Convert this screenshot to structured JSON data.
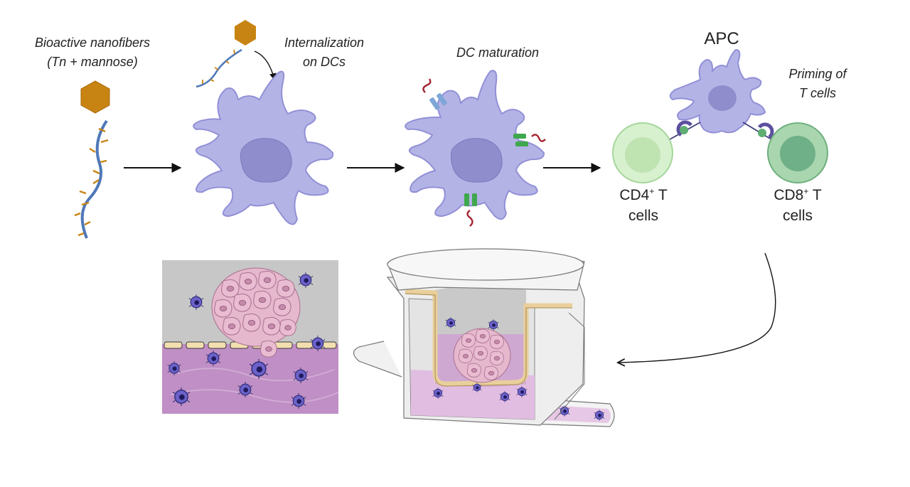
{
  "labels": {
    "nanofibers_line1": "Bioactive nanofibers",
    "nanofibers_line2": "(Tn + mannose)",
    "internalization_line1": "Internalization",
    "internalization_line2": "on DCs",
    "maturation": "DC maturation",
    "apc": "APC",
    "priming_line1": "Priming of",
    "priming_line2": "T cells",
    "cd4_main": "CD4",
    "cd4_sup": "+",
    "cd4_tail": " T",
    "cd4_line2": "cells",
    "cd8_main": "CD8",
    "cd8_sup": "+",
    "cd8_tail": " T",
    "cd8_line2": "cells"
  },
  "colors": {
    "dc_cell": "#b4b3e6",
    "dc_nucleus": "#8f8dcc",
    "nanoparticle": "#c88412",
    "fiber": "#4f78b8",
    "cd4_cell": "#d7f1cf",
    "cd8_cell": "#8cc99a",
    "tumor": "#e6b8ce",
    "tissue": "#bf8fc5",
    "membrane": "#f3deb0"
  }
}
